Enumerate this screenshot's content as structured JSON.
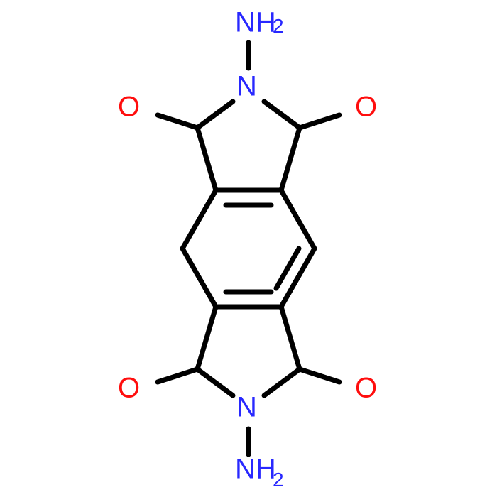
{
  "diagram": {
    "atoms": {
      "nitrogen": {
        "label": "N",
        "color": "#2828ff"
      },
      "oxygen": {
        "label": "O",
        "color": "#ff0d0d"
      },
      "amine": {
        "label": "NH",
        "subscript": "2",
        "color": "#2828ff"
      }
    },
    "bond_color": "#000000",
    "background": "#ffffff"
  }
}
